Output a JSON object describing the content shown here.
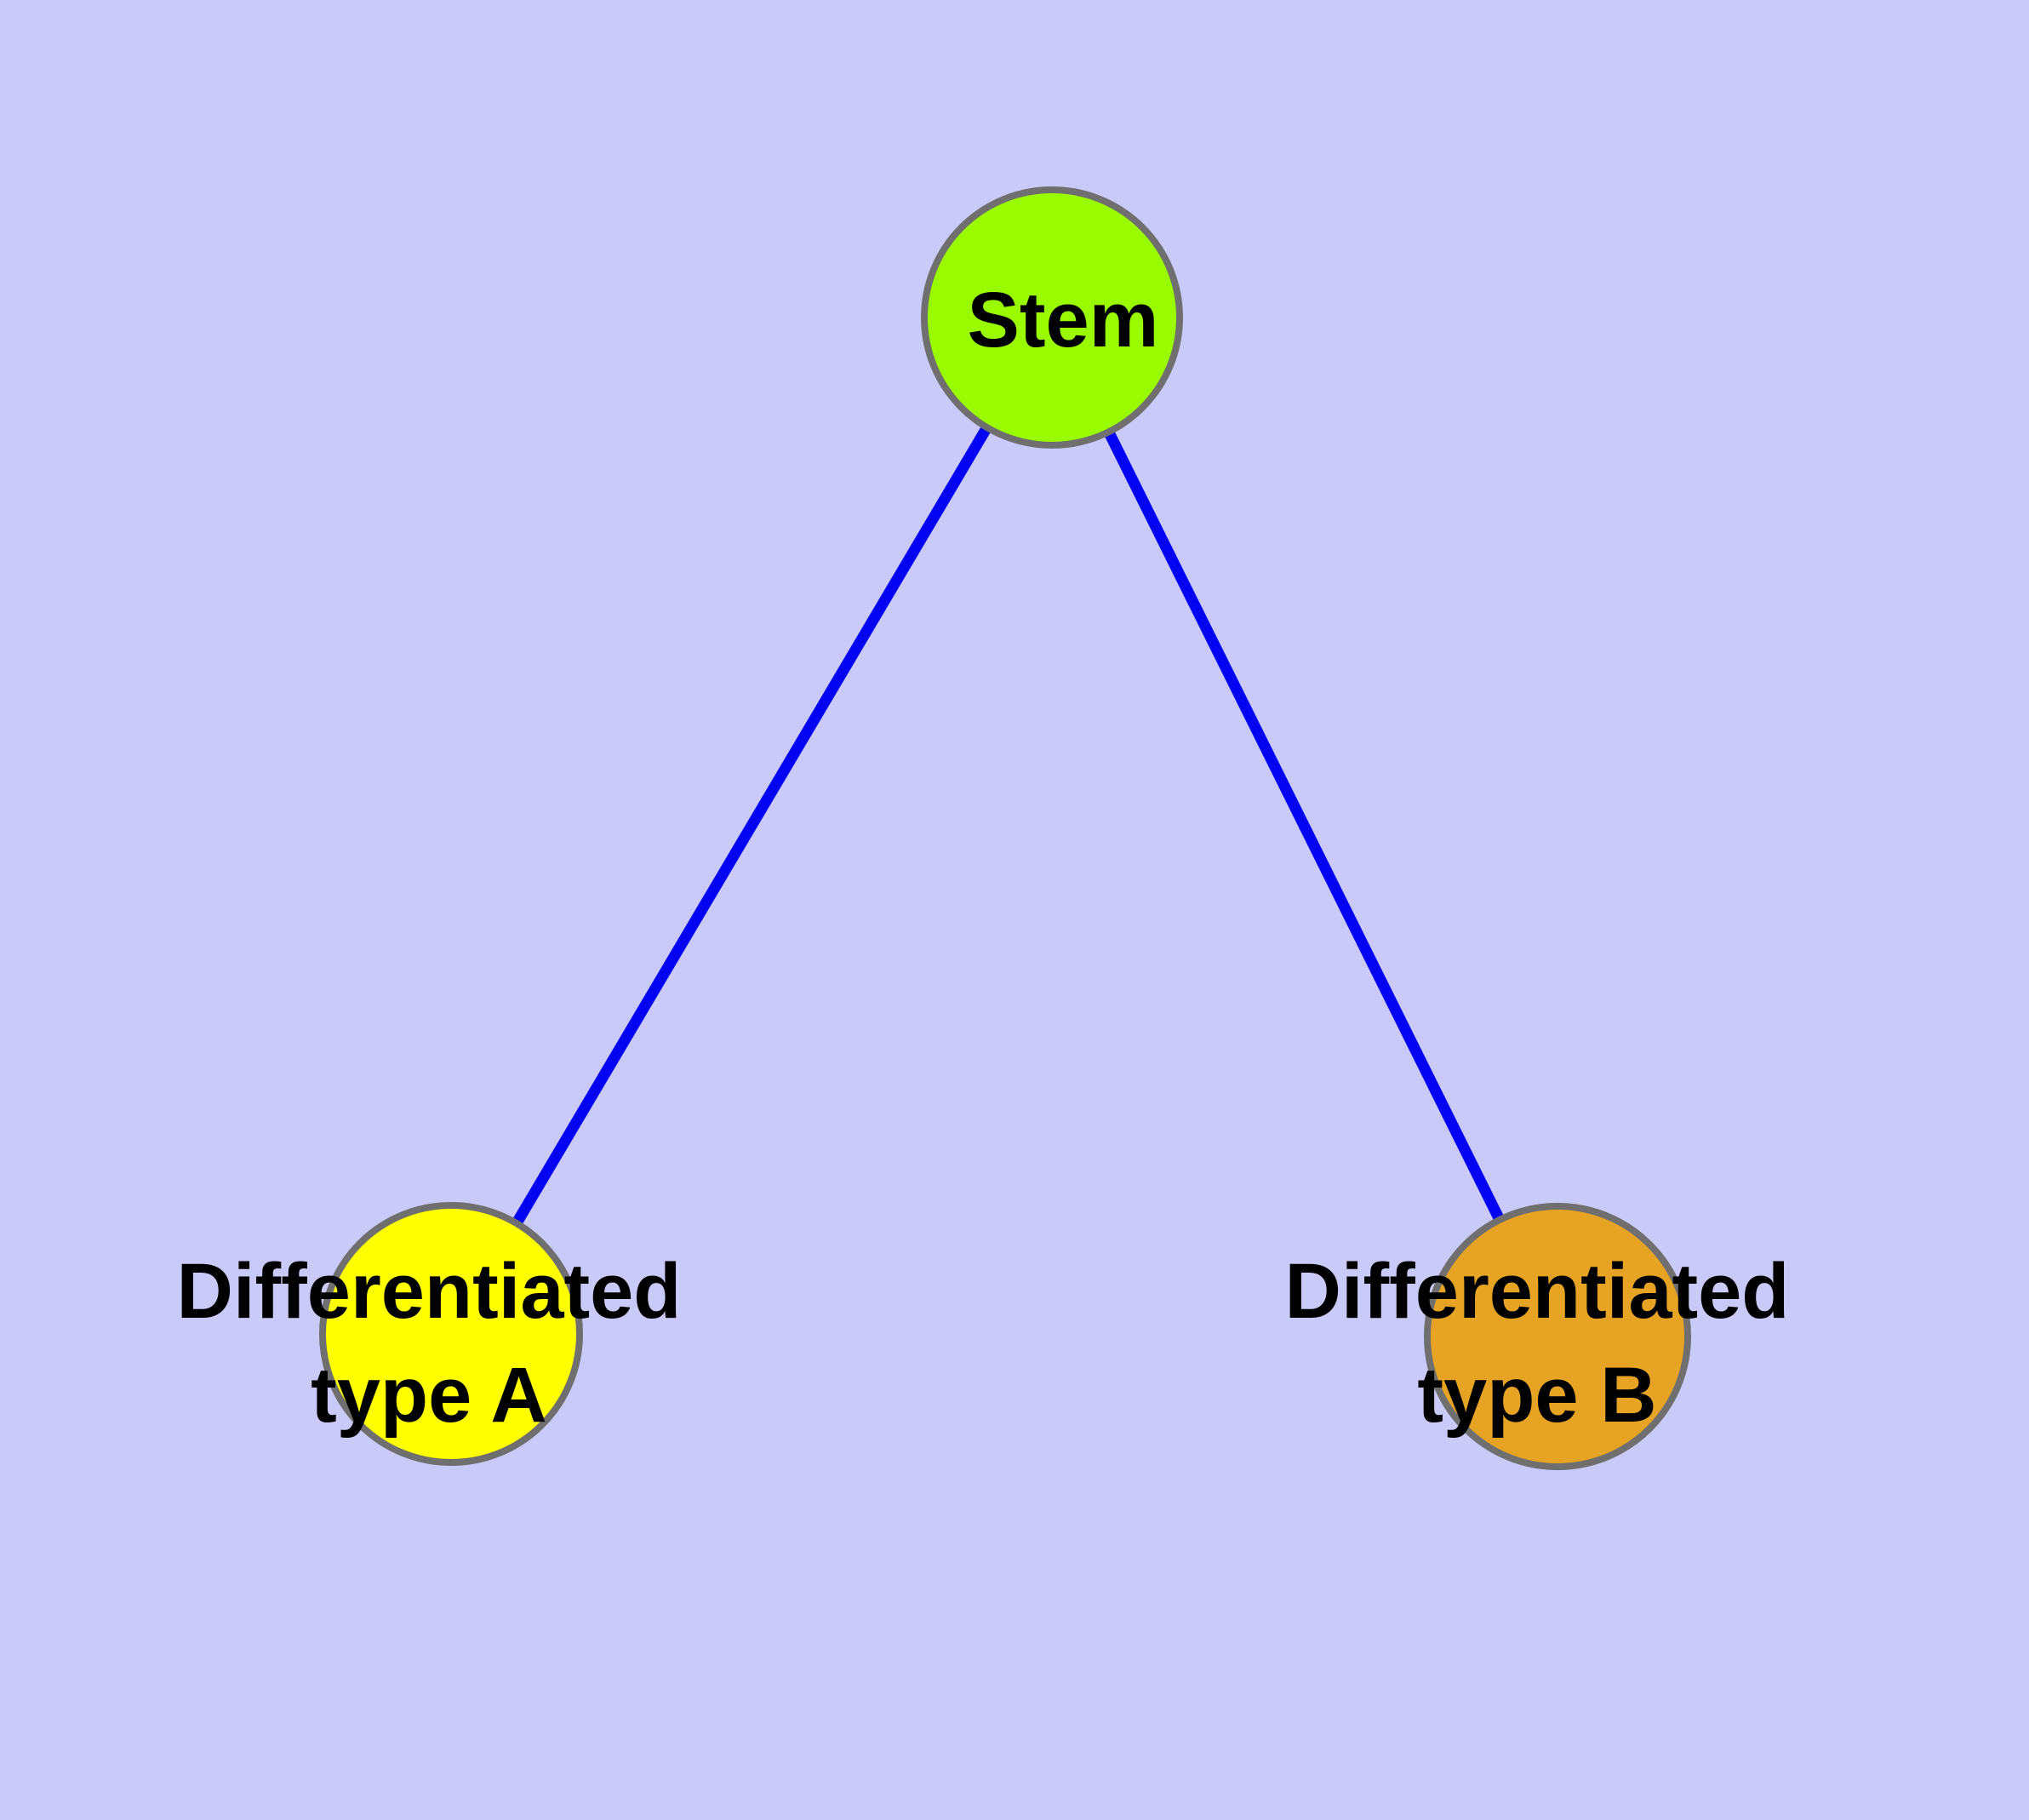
{
  "canvas": {
    "background_color": "#cacaf8"
  },
  "diagram": {
    "type": "node-link graph",
    "description": "Stem cell differentiation graph: one stem node connected to two differentiated cell-type nodes",
    "label_style": {
      "color": "#000000"
    },
    "edge_style": {
      "color": "#0303f2"
    },
    "node_border_color": "#6f6f6f",
    "nodes": {
      "stem": {
        "label": "Stem",
        "fill_color": "#9afb00"
      },
      "type_a": {
        "label": "Differentiated type A",
        "label_lines": [
          "Differentiated",
          "type A"
        ],
        "fill_color": "#ffff00"
      },
      "type_b": {
        "label": "Differentiated type B",
        "label_lines": [
          "Differentiated",
          "type B"
        ],
        "fill_color": "#e7a323"
      }
    },
    "edges": [
      {
        "from": "Stem",
        "to": "Differentiated type A"
      },
      {
        "from": "Stem",
        "to": "Differentiated type B"
      }
    ]
  }
}
